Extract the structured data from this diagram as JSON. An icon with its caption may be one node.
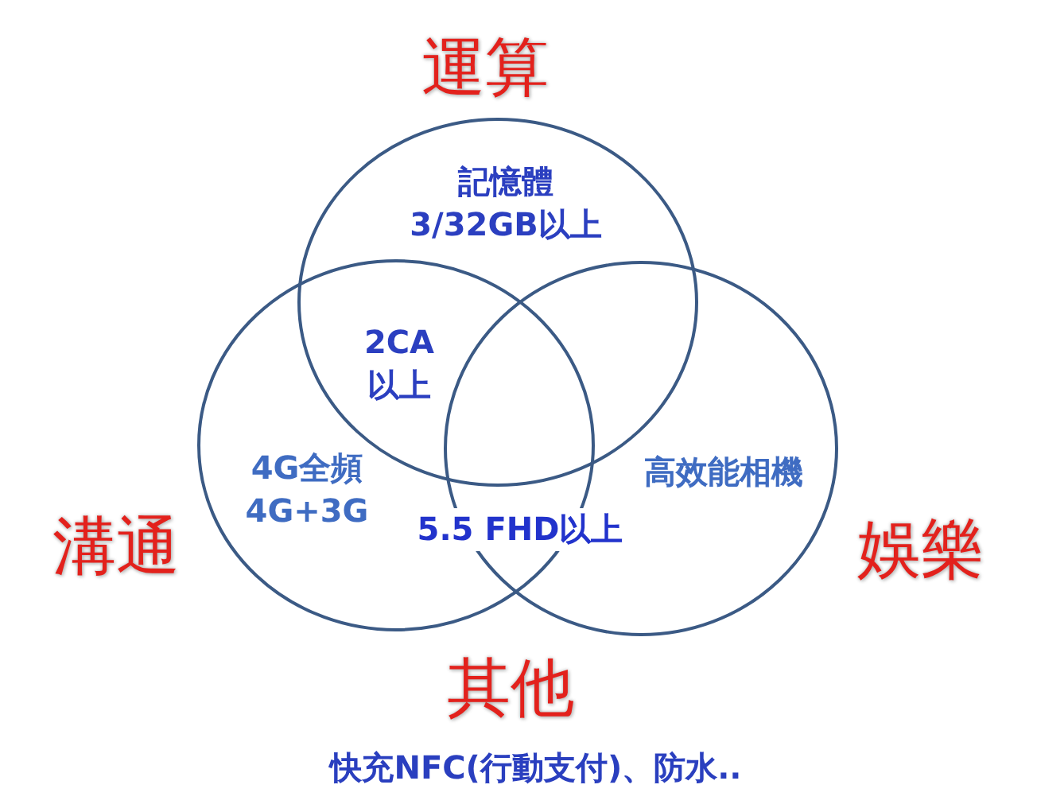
{
  "diagram": {
    "nodes": [
      {
        "text": [
          "運算",
          "記憶體 3/32GB以上"
        ]
      },
      {
        "text": [
          "溝通",
          "4G全頻 4G+3G"
        ]
      },
      {
        "text": [
          "娛樂",
          "高效能相機"
        ]
      }
    ],
    "labels": [
      "2CA 以上",
      "5.5 FHD以上",
      "其他",
      "快充NFC(行動支付)、防水.."
    ]
  }
}
